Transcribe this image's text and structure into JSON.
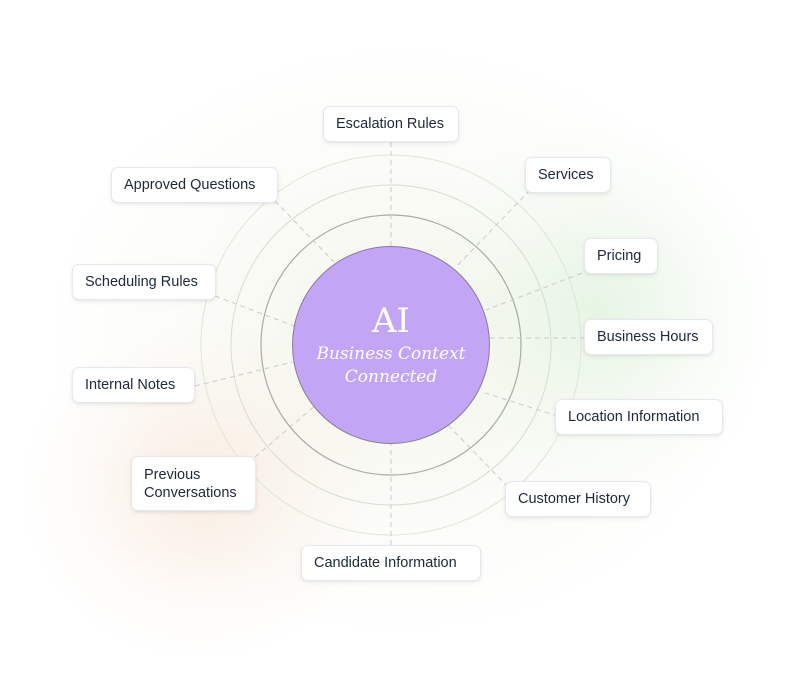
{
  "center": {
    "title": "AI",
    "subtitle_line1": "Business Context",
    "subtitle_line2": "Connected"
  },
  "nodes": {
    "escalation_rules": "Escalation Rules",
    "services": "Services",
    "approved_questions": "Approved Questions",
    "pricing": "Pricing",
    "scheduling_rules": "Scheduling Rules",
    "business_hours": "Business Hours",
    "internal_notes": "Internal Notes",
    "location_information": "Location Information",
    "previous_conversations_line1": "Previous",
    "previous_conversations_line2": "Conversations",
    "customer_history": "Customer History",
    "candidate_information": "Candidate Information"
  },
  "colors": {
    "hub_fill": "#c3a5f6",
    "hub_text": "#ffffff",
    "label_text": "#1d2939",
    "connector": "#c9ccc7"
  }
}
